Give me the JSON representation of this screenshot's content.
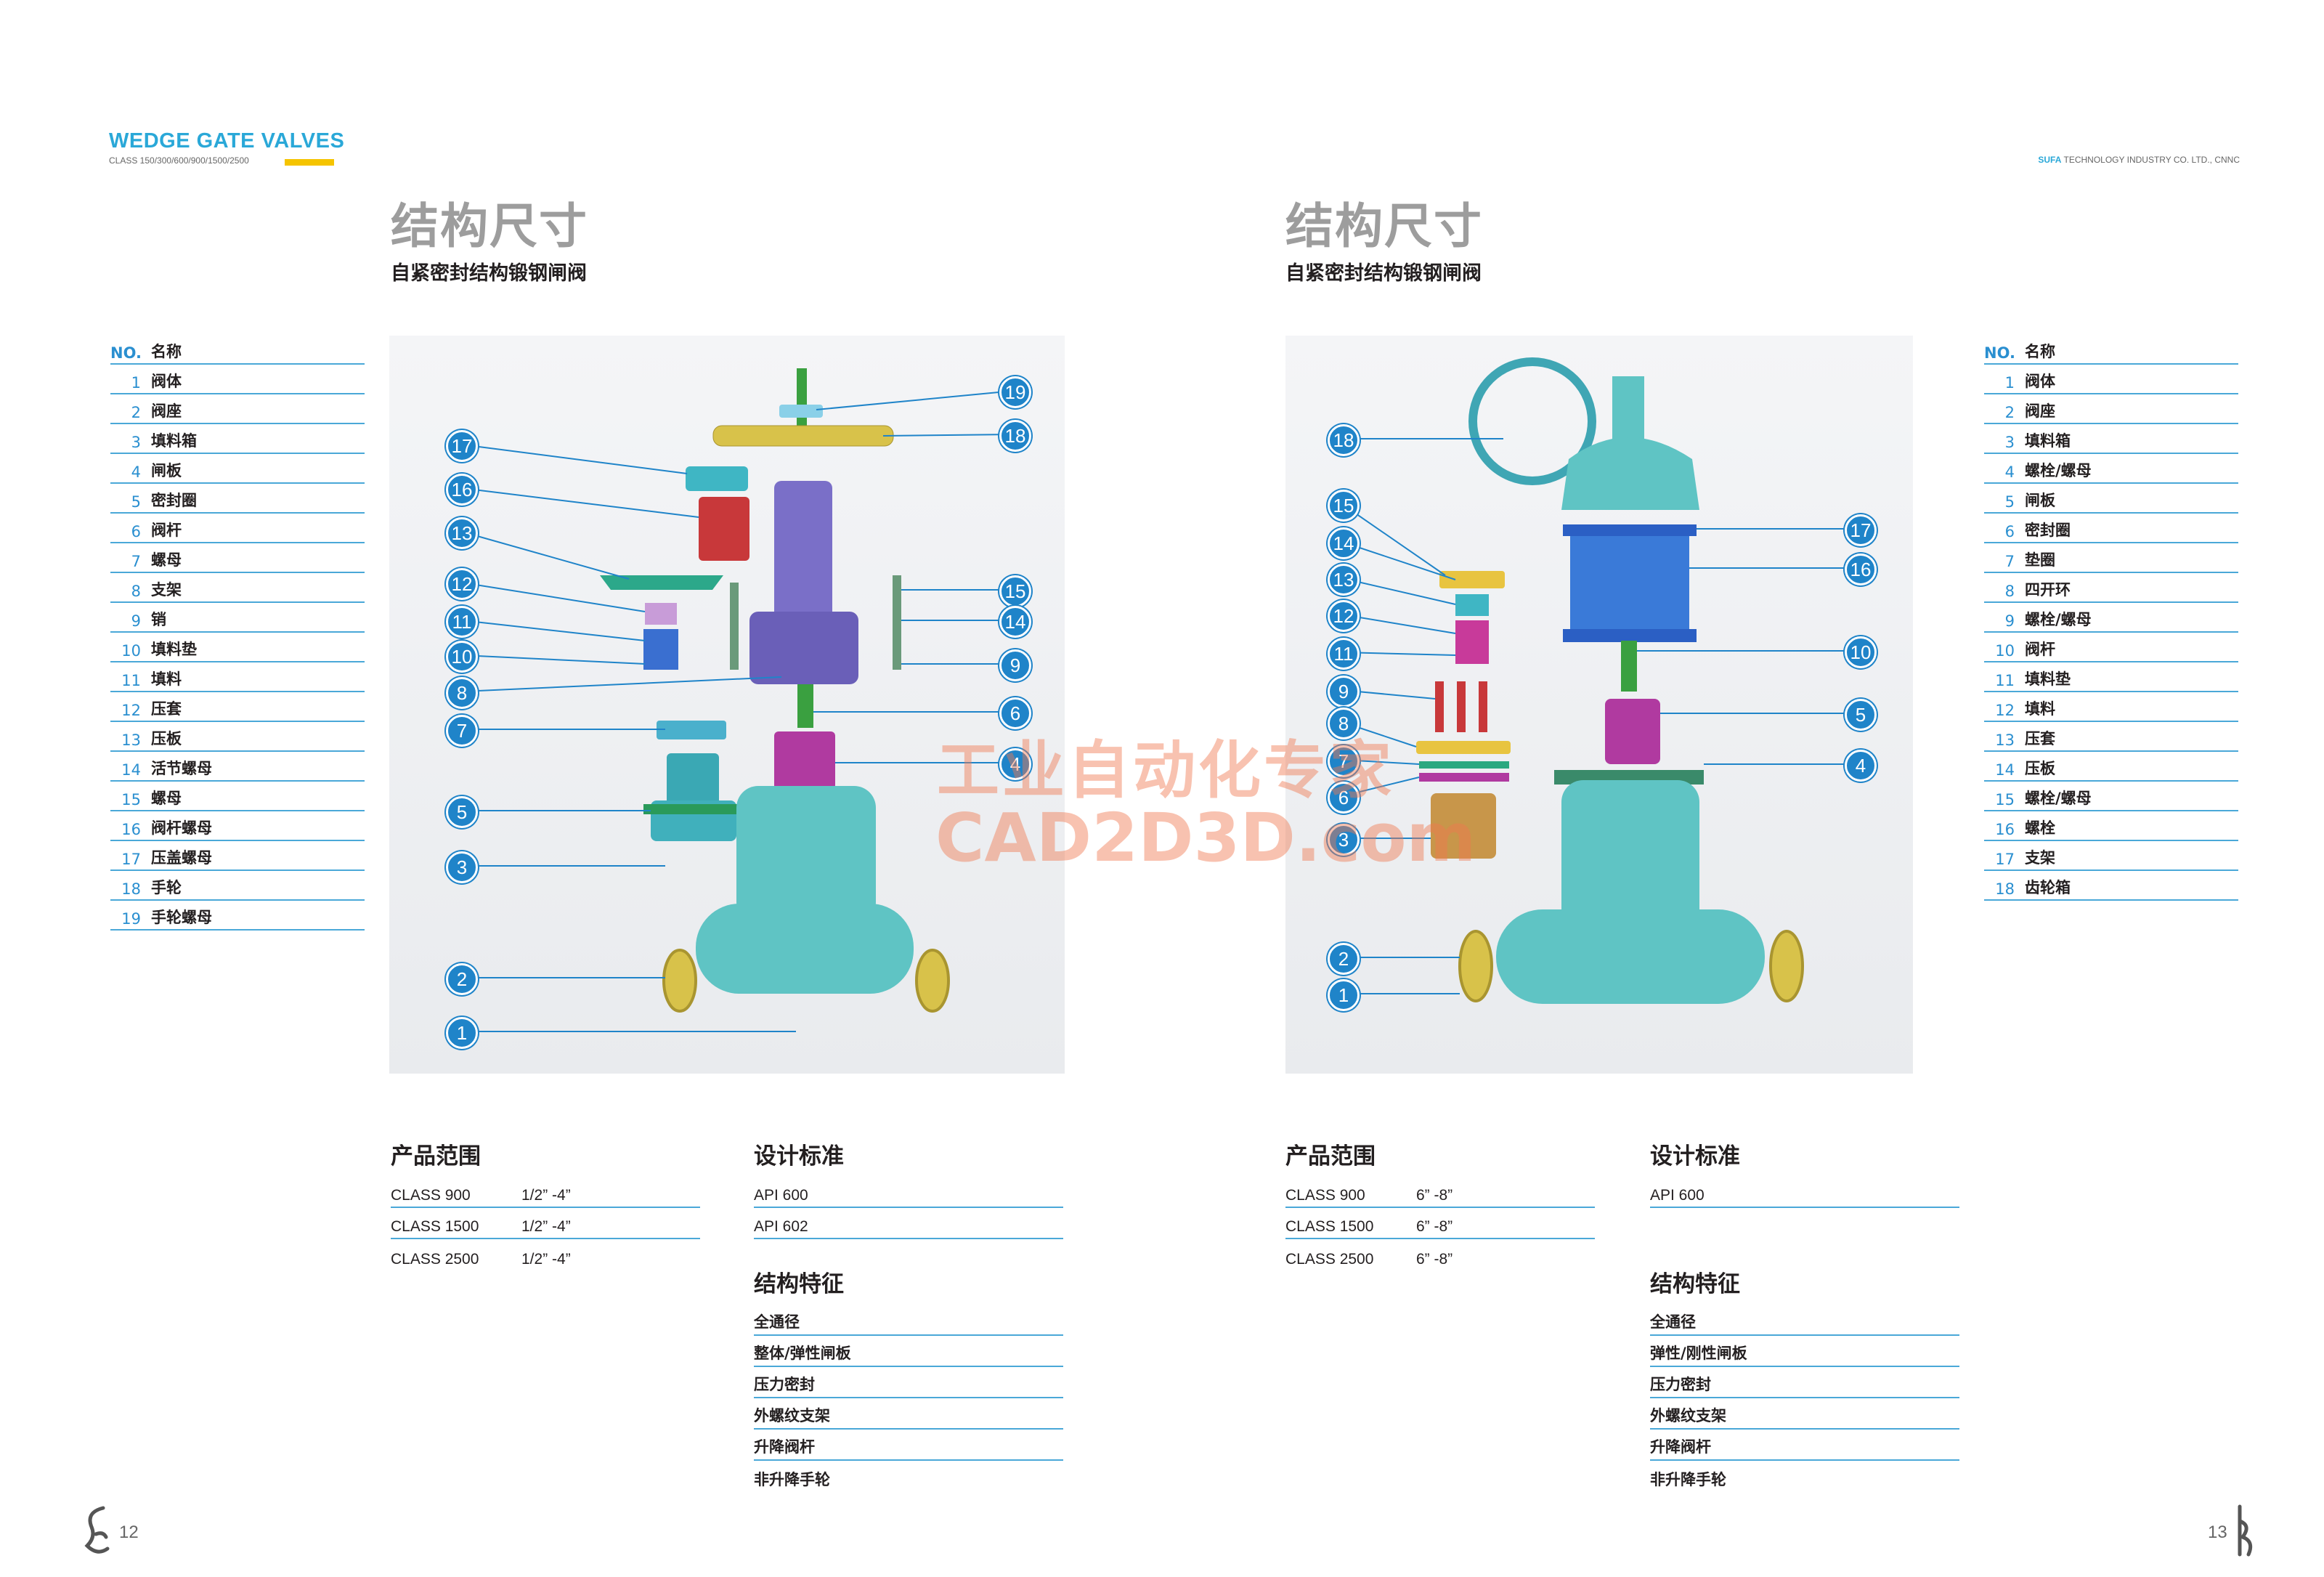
{
  "header": {
    "brand": "WEDGE GATE VALVES",
    "brand_sub": "CLASS 150/300/600/900/1500/2500",
    "company_bold": "SUFA",
    "company_rest": " TECHNOLOGY INDUSTRY CO. LTD., CNNC"
  },
  "left": {
    "title": "结构尺寸",
    "subtitle": "自紧密封结构锻钢闸阀",
    "parts_header": {
      "no": "NO.",
      "name": "名称"
    },
    "parts": [
      {
        "n": "1",
        "t": "阀体"
      },
      {
        "n": "2",
        "t": "阀座"
      },
      {
        "n": "3",
        "t": "填料箱"
      },
      {
        "n": "4",
        "t": "闸板"
      },
      {
        "n": "5",
        "t": "密封圈"
      },
      {
        "n": "6",
        "t": "阀杆"
      },
      {
        "n": "7",
        "t": "螺母"
      },
      {
        "n": "8",
        "t": "支架"
      },
      {
        "n": "9",
        "t": "销"
      },
      {
        "n": "10",
        "t": "填料垫"
      },
      {
        "n": "11",
        "t": "填料"
      },
      {
        "n": "12",
        "t": "压套"
      },
      {
        "n": "13",
        "t": "压板"
      },
      {
        "n": "14",
        "t": "活节螺母"
      },
      {
        "n": "15",
        "t": "螺母"
      },
      {
        "n": "16",
        "t": "阀杆螺母"
      },
      {
        "n": "17",
        "t": "压盖螺母"
      },
      {
        "n": "18",
        "t": "手轮"
      },
      {
        "n": "19",
        "t": "手轮螺母"
      }
    ],
    "range_title": "产品范围",
    "range": [
      {
        "cls": "CLASS 900",
        "size": "1/2” -4”"
      },
      {
        "cls": "CLASS 1500",
        "size": "1/2” -4”"
      },
      {
        "cls": "CLASS 2500",
        "size": "1/2” -4”"
      }
    ],
    "std_title": "设计标准",
    "standards": [
      "API 600",
      "API 602"
    ],
    "feat_title": "结构特征",
    "features": [
      "全通径",
      "整体/弹性闸板",
      "压力密封",
      "外螺纹支架",
      "升降阀杆",
      "非升降手轮"
    ],
    "page": "12"
  },
  "right": {
    "title": "结构尺寸",
    "subtitle": "自紧密封结构锻钢闸阀",
    "parts_header": {
      "no": "NO.",
      "name": "名称"
    },
    "parts": [
      {
        "n": "1",
        "t": "阀体"
      },
      {
        "n": "2",
        "t": "阀座"
      },
      {
        "n": "3",
        "t": "填料箱"
      },
      {
        "n": "4",
        "t": "螺栓/螺母"
      },
      {
        "n": "5",
        "t": "闸板"
      },
      {
        "n": "6",
        "t": "密封圈"
      },
      {
        "n": "7",
        "t": "垫圈"
      },
      {
        "n": "8",
        "t": "四开环"
      },
      {
        "n": "9",
        "t": "螺栓/螺母"
      },
      {
        "n": "10",
        "t": "阀杆"
      },
      {
        "n": "11",
        "t": "填料垫"
      },
      {
        "n": "12",
        "t": "填料"
      },
      {
        "n": "13",
        "t": "压套"
      },
      {
        "n": "14",
        "t": "压板"
      },
      {
        "n": "15",
        "t": "螺栓/螺母"
      },
      {
        "n": "16",
        "t": "螺栓"
      },
      {
        "n": "17",
        "t": "支架"
      },
      {
        "n": "18",
        "t": "齿轮箱"
      }
    ],
    "range_title": "产品范围",
    "range": [
      {
        "cls": "CLASS 900",
        "size": "6” -8”"
      },
      {
        "cls": "CLASS 1500",
        "size": "6” -8”"
      },
      {
        "cls": "CLASS 2500",
        "size": "6” -8”"
      }
    ],
    "std_title": "设计标准",
    "standards": [
      "API 600"
    ],
    "feat_title": "结构特征",
    "features": [
      "全通径",
      "弹性/刚性闸板",
      "压力密封",
      "外螺纹支架",
      "升降阀杆",
      "非升降手轮"
    ],
    "page": "13"
  },
  "watermark": {
    "line1": "工业自动化专家",
    "line2": "CAD2D3D.com"
  },
  "colors": {
    "accent": "#2aa8d8",
    "badge": "#1f84c9",
    "bar": "#f5c400",
    "body": "#5fc4c4",
    "yoke": "#7a6fc8",
    "wheel": "#d8c24a",
    "gland": "#c8383a",
    "wedge": "#b03aa0",
    "stem": "#3aa040",
    "bonnet": "#2b5fc4"
  },
  "diagram_left": {
    "labels": [
      "19",
      "18",
      "17",
      "16",
      "13",
      "12",
      "11",
      "10",
      "8",
      "7",
      "5",
      "3",
      "2",
      "1",
      "15",
      "14",
      "9",
      "6",
      "4"
    ]
  },
  "diagram_right": {
    "labels": [
      "18",
      "15",
      "14",
      "13",
      "12",
      "11",
      "9",
      "8",
      "7",
      "6",
      "3",
      "2",
      "1",
      "17",
      "16",
      "10",
      "5",
      "4"
    ]
  }
}
